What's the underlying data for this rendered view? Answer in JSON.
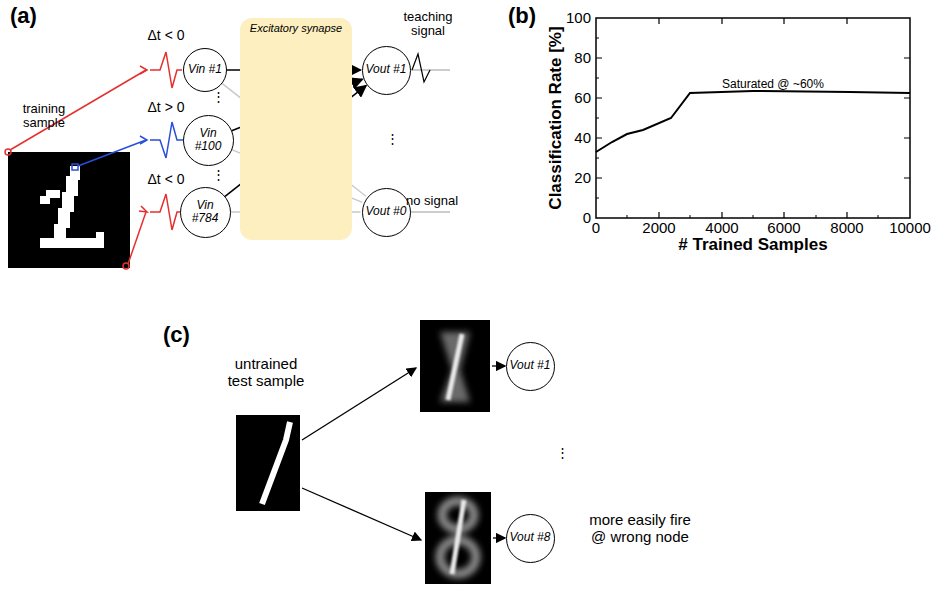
{
  "diagram": {
    "nodes": [
      {
        "text": [
          "Excitatory synapse"
        ]
      },
      {
        "text": [
          "Vin #1"
        ]
      },
      {
        "text": [
          "Vin #100"
        ]
      },
      {
        "text": [
          "Vin #784"
        ]
      },
      {
        "text": [
          "Vout #1"
        ]
      },
      {
        "text": [
          "Vout #0"
        ]
      },
      {
        "text": [
          "Vout #1"
        ]
      },
      {
        "text": [
          "Vout #8"
        ]
      }
    ],
    "edges": [
      {
        "from": 1,
        "to": 4,
        "arrow": "to"
      },
      {
        "from": 2,
        "to": 4,
        "arrow": "to"
      },
      {
        "from": 3,
        "to": 4,
        "arrow": "to"
      },
      {
        "from": 1,
        "to": 5,
        "arrow": "none"
      },
      {
        "from": 2,
        "to": 5,
        "arrow": "none"
      },
      {
        "from": 3,
        "to": 5,
        "arrow": "none"
      }
    ],
    "labels": [
      "(a)",
      "training sample",
      "Δt < 0",
      "Δt > 0",
      "Δt < 0",
      "⋮",
      "⋮",
      "teaching signal",
      "⋮",
      "no signal",
      "(b)",
      "Classification Rate [%]",
      "# Trained Samples",
      "100",
      "80",
      "60",
      "40",
      "20",
      "0",
      "0",
      "2000",
      "4000",
      "6000",
      "8000",
      "10000",
      "Saturated @ ~60%",
      "(c)",
      "untrained test sample",
      "⋮",
      "more easily fire @ wrong node"
    ]
  }
}
